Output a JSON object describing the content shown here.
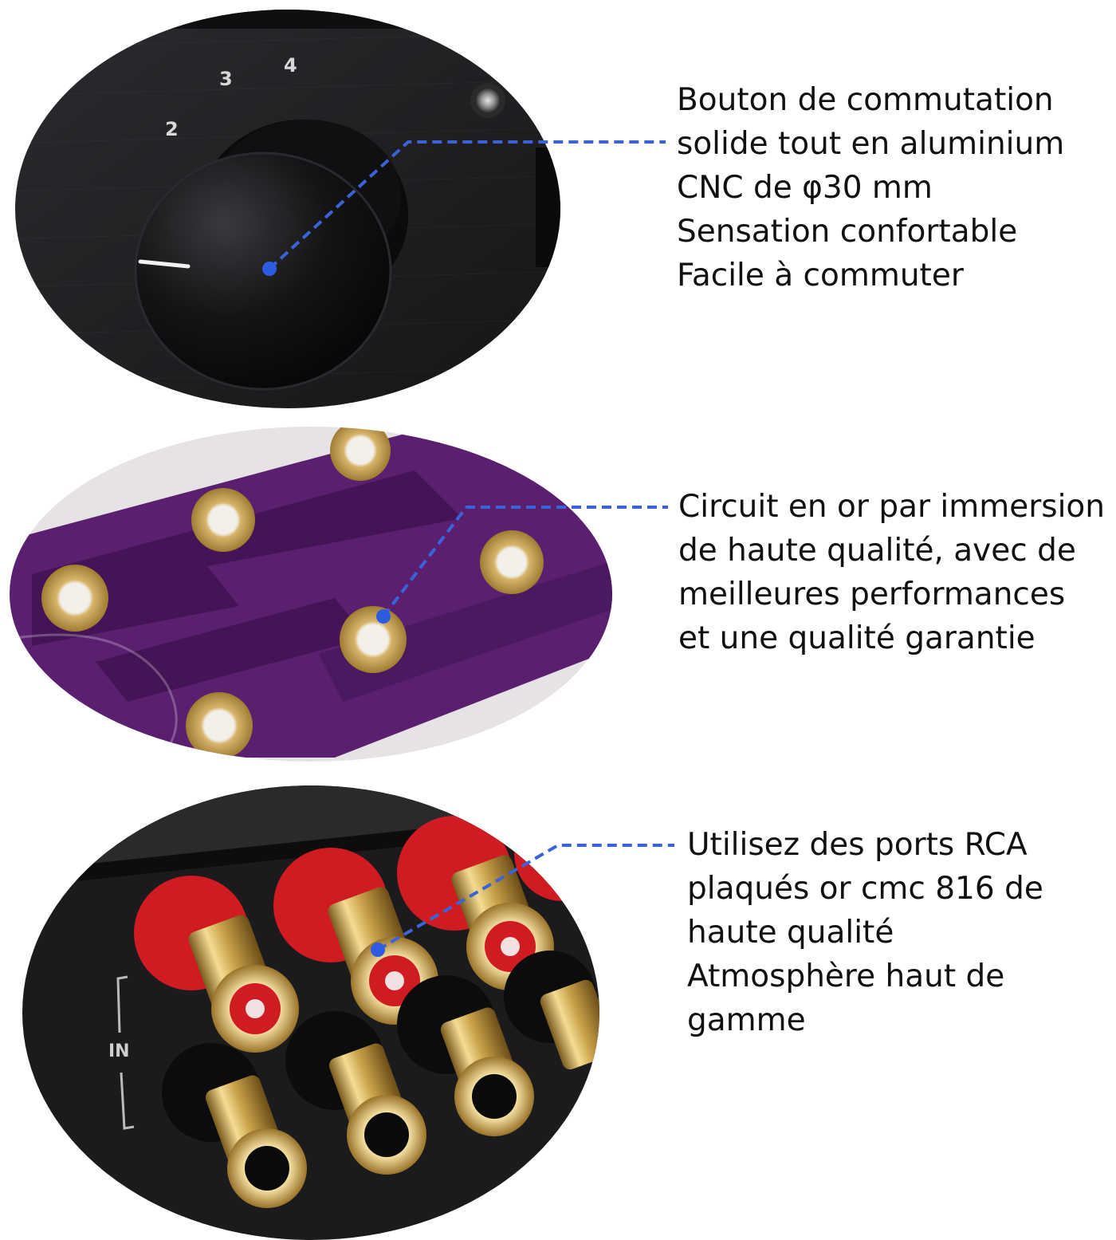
{
  "features": [
    {
      "dial_labels": [
        "2",
        "3",
        "4"
      ],
      "lines": [
        "Bouton de commutation",
        "solide tout en aluminium",
        "CNC de φ30 mm",
        "Sensation confortable",
        "Facile à commuter"
      ]
    },
    {
      "lines": [
        "Circuit en or par immersion",
        "de haute qualité, avec de",
        "meilleures performances",
        "et une qualité garantie"
      ]
    },
    {
      "panel_label": "IN",
      "lines": [
        "Utilisez des ports RCA",
        "plaqués or cmc 816 de",
        "haute qualité",
        "Atmosphère haut de",
        "gamme"
      ]
    }
  ],
  "colors": {
    "leader": "#3a63d8",
    "pcb": "#5a1f6e",
    "panel": "#1b1b1d",
    "rca_red": "#d11b22",
    "gold": "#c9a24a"
  }
}
